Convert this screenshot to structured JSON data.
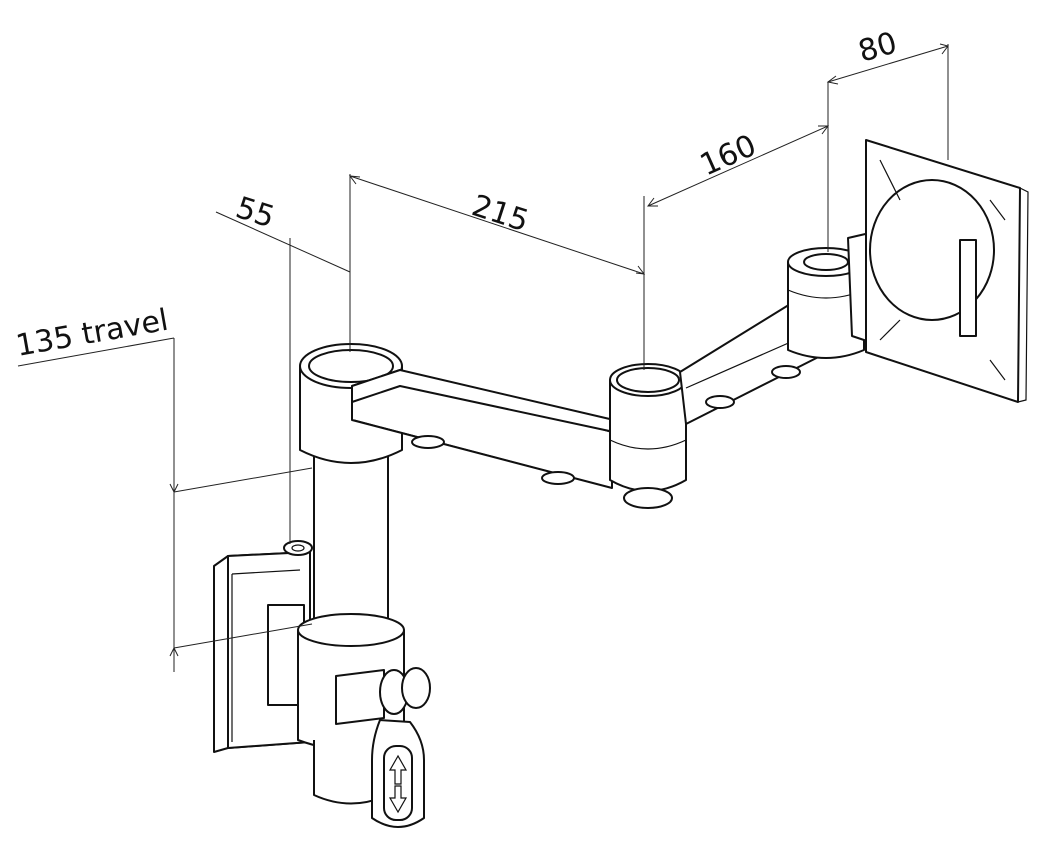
{
  "dimensions": {
    "travel": "135 travel",
    "offset": "55",
    "arm1": "215",
    "arm2": "160",
    "head": "80"
  },
  "handle_icons": [
    "arrow-up-icon",
    "arrow-down-icon"
  ]
}
